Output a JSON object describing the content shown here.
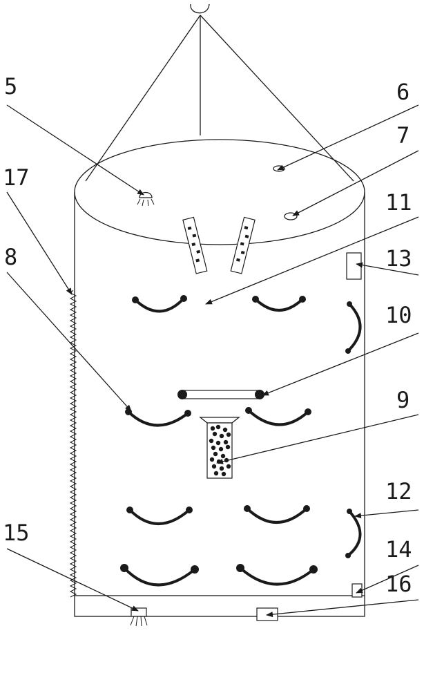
{
  "diagram": {
    "labels": {
      "l5": "5",
      "l6": "6",
      "l7": "7",
      "l17": "17",
      "l11": "11",
      "l13": "13",
      "l8": "8",
      "l10": "10",
      "l9": "9",
      "l12": "12",
      "l15": "15",
      "l14": "14",
      "l16": "16"
    }
  }
}
